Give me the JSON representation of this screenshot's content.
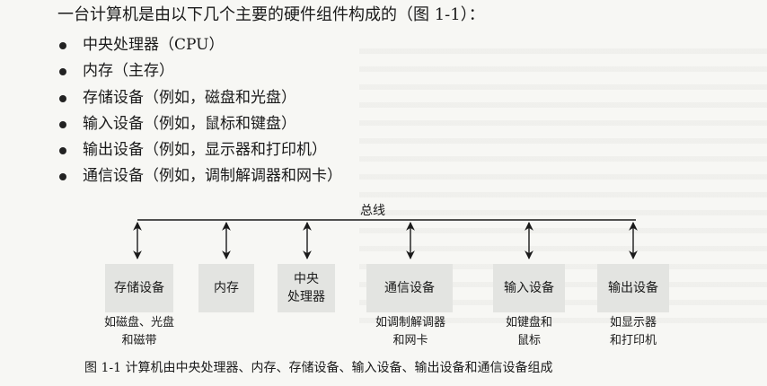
{
  "intro": "一台计算机是由以下几个主要的硬件组件构成的（图 1-1）：",
  "bullets": [
    "中央处理器（CPU）",
    "内存（主存）",
    "存储设备（例如，磁盘和光盘）",
    "输入设备（例如，鼠标和键盘）",
    "输出设备（例如，显示器和打印机）",
    "通信设备（例如，调制解调器和网卡）"
  ],
  "diagram": {
    "bus_label": "总线",
    "components": [
      {
        "name": "存储设备",
        "desc": "如磁盘、光盘\n和磁带"
      },
      {
        "name": "内存",
        "desc": ""
      },
      {
        "name": "中央\n处理器",
        "desc": ""
      },
      {
        "name": "通信设备",
        "desc": "如调制解调器\n和网卡"
      },
      {
        "name": "输入设备",
        "desc": "如键盘和\n鼠标"
      },
      {
        "name": "输出设备",
        "desc": "如显示器\n和打印机"
      }
    ],
    "caption": "图 1-1   计算机由中央处理器、内存、存储设备、输入设备、输出设备和通信设备组成"
  }
}
